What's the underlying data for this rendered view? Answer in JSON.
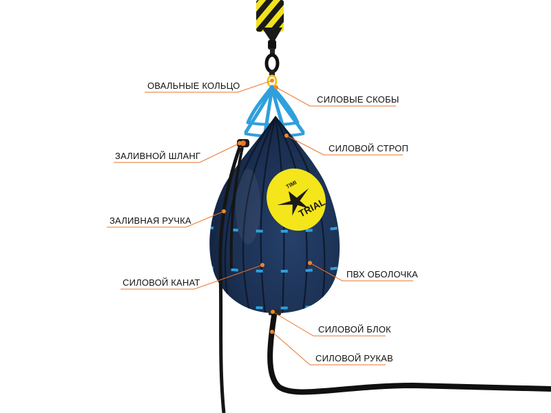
{
  "labels": {
    "oval_ring": "ОВАЛЬНЫЕ КОЛЬЦО",
    "power_shackles": "СИЛОВЫЕ СКОБЫ",
    "power_sling": "СИЛОВОЙ СТРОП",
    "fill_hose": "ЗАЛИВНОЙ ШЛАНГ",
    "fill_handle": "ЗАЛИВНАЯ РУЧКА",
    "power_rope": "СИЛОВОЙ КАНАТ",
    "pvc_shell": "ПВХ ОБОЛОЧКА",
    "power_block": "СИЛОВОЙ БЛОК",
    "power_sleeve": "СИЛОВОЙ РУКАВ"
  },
  "logo": {
    "line1": "TIMI",
    "line2": "TRIAL"
  },
  "colors": {
    "accent": "#e8742a",
    "bag_body": "#1d3458",
    "strap": "#2ea0dc",
    "logo_yellow": "#f4e61a",
    "hanger_yellow": "#f2e21c"
  }
}
